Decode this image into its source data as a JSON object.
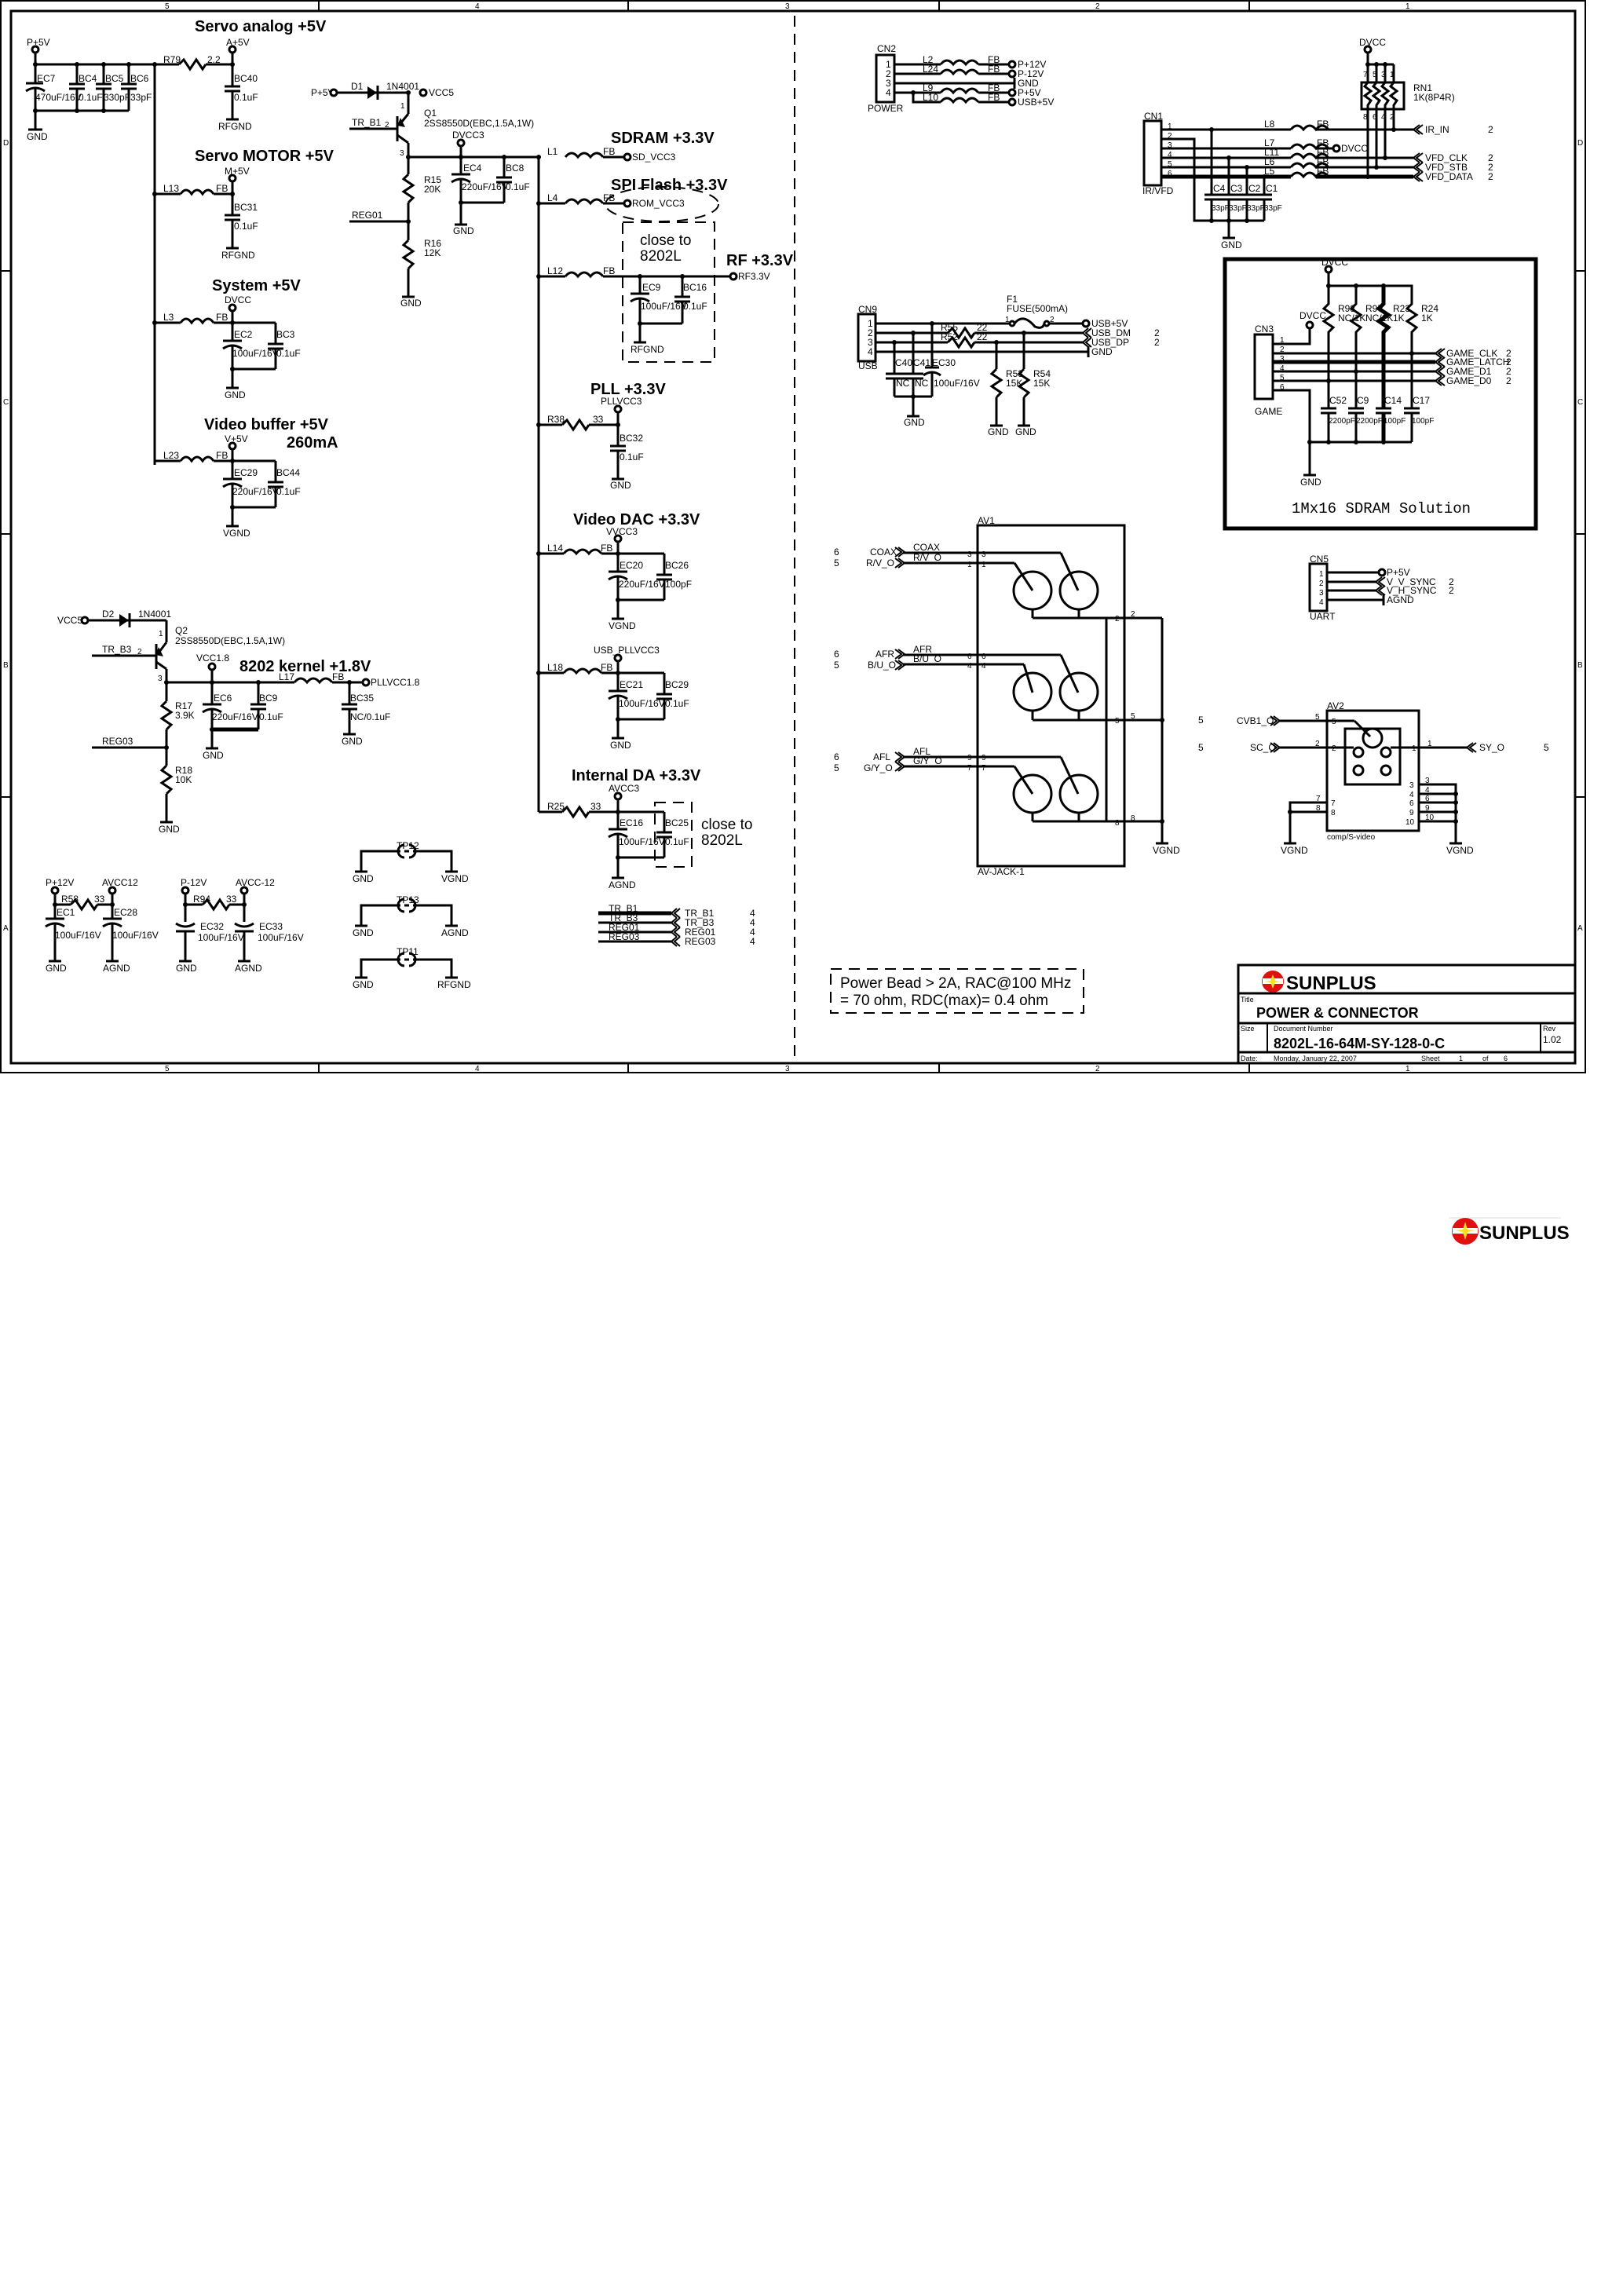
{
  "sheet": {
    "zones_top": [
      "5",
      "4",
      "3",
      "2",
      "1"
    ],
    "zones_side": [
      "D",
      "C",
      "B",
      "A"
    ]
  },
  "sections": {
    "servo_analog": {
      "title": "Servo analog +5V",
      "in_net": "P+5V",
      "out_net": "A+5V",
      "resistor": "R79",
      "resistor_val": "2.2",
      "gnd1": "GND",
      "gnd2": "RFGND",
      "caps": [
        {
          "ref": "EC7",
          "val": "470uF/16V"
        },
        {
          "ref": "BC4",
          "val": "0.1uF"
        },
        {
          "ref": "BC5",
          "val": "330pF"
        },
        {
          "ref": "BC6",
          "val": "33pF"
        },
        {
          "ref": "BC40",
          "val": "0.1uF"
        }
      ]
    },
    "servo_motor": {
      "title": "Servo MOTOR +5V",
      "net": "M+5V",
      "inductor": "L13",
      "fb": "FB",
      "cap": "BC31",
      "cap_val": "0.1uF",
      "gnd": "RFGND"
    },
    "system": {
      "title": "System +5V",
      "net": "DVCC",
      "inductor": "L3",
      "fb": "FB",
      "cap1": "EC2",
      "cap1_val": "100uF/16V",
      "cap2": "BC3",
      "cap2_val": "0.1uF",
      "gnd": "GND"
    },
    "video_buffer": {
      "title": "Video buffer +5V",
      "current": "260mA",
      "net": "V+5V",
      "inductor": "L23",
      "fb": "FB",
      "cap1": "EC29",
      "cap1_val": "220uF/16V",
      "cap2": "BC44",
      "cap2_val": "0.1uF",
      "gnd": "VGND"
    },
    "reg1": {
      "in_net": "P+5V",
      "diode": "D1",
      "diode_part": "1N4001",
      "out_net": "VCC5",
      "q": "Q1",
      "q_part": "2SS8550D(EBC,1.5A,1W)",
      "base": "TR_B1",
      "pin1": "1",
      "pin2": "2",
      "pin3": "3",
      "r1": "R15",
      "r1_val": "20K",
      "r2": "R16",
      "r2_val": "12K",
      "reg": "REG01",
      "gnd": "GND",
      "net": "DVCC3",
      "cap1": "EC4",
      "cap1_val": "220uF/16V",
      "cap2": "BC8",
      "cap2_val": "0.1uF",
      "gnd2": "GND"
    },
    "sdram": {
      "title": "SDRAM +3.3V",
      "inductor": "L1",
      "fb": "FB",
      "net": "SD_VCC3"
    },
    "spi": {
      "title": "SPI Flash +3.3V",
      "inductor": "L4",
      "fb": "FB",
      "net": "ROM_VCC3"
    },
    "rf": {
      "title": "RF +3.3V",
      "inductor": "L12",
      "fb": "FB",
      "net": "RF3.3V",
      "note1": "close to",
      "note2": "8202L",
      "cap1": "EC9",
      "cap1_val": "100uF/16V",
      "cap2": "BC16",
      "cap2_val": "0.1uF",
      "gnd": "RFGND"
    },
    "pll": {
      "title": "PLL +3.3V",
      "net": "PLLVCC3",
      "resistor": "R38",
      "resistor_val": "33",
      "cap": "BC32",
      "cap_val": "0.1uF",
      "gnd": "GND"
    },
    "video_dac": {
      "title": "Video DAC +3.3V",
      "net": "VVCC3",
      "inductor": "L14",
      "fb": "FB",
      "cap1": "EC20",
      "cap1_val": "220uF/16V",
      "cap2": "BC26",
      "cap2_val": "100pF",
      "gnd": "VGND"
    },
    "usb_pll": {
      "net": "USB_PLLVCC3",
      "inductor": "L18",
      "fb": "FB",
      "cap1": "EC21",
      "cap1_val": "100uF/16V",
      "cap2": "BC29",
      "cap2_val": "0.1uF",
      "gnd": "GND"
    },
    "internal_da": {
      "title": "Internal DA +3.3V",
      "net": "AVCC3",
      "resistor": "R25",
      "resistor_val": "33",
      "cap1": "EC16",
      "cap1_val": "100uF/16V",
      "cap2": "BC25",
      "cap2_val": "0.1uF",
      "gnd": "AGND",
      "note1": "close to",
      "note2": "8202L"
    },
    "reg2": {
      "in_net": "VCC5",
      "diode": "D2",
      "diode_part": "1N4001",
      "q": "Q2",
      "q_part": "2SS8550D(EBC,1.5A,1W)",
      "base": "TR_B3",
      "pin1": "1",
      "pin2": "2",
      "pin3": "3",
      "title": "8202 kernel +1.8V",
      "net": "VCC1.8",
      "cap1": "EC6",
      "cap1_val": "220uF/16V",
      "cap2": "BC9",
      "cap2_val": "0.1uF",
      "gnd1": "GND",
      "inductor": "L17",
      "fb": "FB",
      "out_net": "PLLVCC1.8",
      "cap3": "BC35",
      "cap3_val": "NC/0.1uF",
      "gnd2": "GND",
      "r1": "R17",
      "r1_val": "3.9K",
      "reg": "REG03",
      "r2": "R18",
      "r2_val": "10K",
      "gnd3": "GND"
    },
    "avcc12": {
      "in_net": "P+12V",
      "out_net": "AVCC12",
      "resistor": "R58",
      "resistor_val": "33",
      "cap1": "EC1",
      "cap1_val": "100uF/16V",
      "cap2": "EC28",
      "cap2_val": "100uF/16V",
      "gnd1": "GND",
      "gnd2": "AGND"
    },
    "avcc_neg12": {
      "in_net": "P-12V",
      "out_net": "AVCC-12",
      "resistor": "R94",
      "resistor_val": "33",
      "cap1": "EC32",
      "cap1_val": "100uF/16V",
      "cap2": "EC33",
      "cap2_val": "100uF/16V",
      "gnd1": "GND",
      "gnd2": "AGND"
    },
    "testpoints": [
      {
        "ref": "TP12",
        "left": "GND",
        "right": "VGND"
      },
      {
        "ref": "TP13",
        "left": "GND",
        "right": "AGND"
      },
      {
        "ref": "TP11",
        "left": "GND",
        "right": "RFGND"
      }
    ],
    "offpage": [
      {
        "wire": "TR_B1",
        "port": "TR_B1",
        "sheet": "4"
      },
      {
        "wire": "TR_B3",
        "port": "TR_B3",
        "sheet": "4"
      },
      {
        "wire": "REG01",
        "port": "REG01",
        "sheet": "4"
      },
      {
        "wire": "REG03",
        "port": "REG03",
        "sheet": "4"
      }
    ]
  },
  "connectors": {
    "cn2": {
      "ref": "CN2",
      "name": "POWER",
      "pins": [
        "1",
        "2",
        "3",
        "4"
      ],
      "lines": [
        {
          "l": "L2",
          "fb": "FB",
          "net": "P+12V"
        },
        {
          "l": "L24",
          "fb": "FB",
          "net": "P-12V"
        },
        {
          "l": "",
          "fb": "",
          "net": "GND"
        },
        {
          "l": "L9",
          "fb": "FB",
          "net": "P+5V"
        },
        {
          "l": "L10",
          "fb": "FB",
          "net": "USB+5V"
        }
      ]
    },
    "cn1": {
      "ref": "CN1",
      "name": "IR/VFD",
      "pins": [
        "1",
        "2",
        "3",
        "4",
        "5",
        "6"
      ],
      "top_net": "DVCC",
      "rn": "RN1",
      "rn_val": "1K(8P4R)",
      "rn_top_pins": [
        "7",
        "5",
        "3",
        "1"
      ],
      "rn_bot_pins": [
        "8",
        "6",
        "4",
        "2"
      ],
      "lines": [
        {
          "l": "L8",
          "fb": "FB",
          "net": "IR_IN",
          "sheet": "2"
        },
        {
          "l": "L7",
          "fb": "FB",
          "net": "DVCC",
          "sheet": ""
        },
        {
          "l": "L11",
          "fb": "FB",
          "net": "VFD_CLK",
          "sheet": "2"
        },
        {
          "l": "L6",
          "fb": "FB",
          "net": "VFD_STB",
          "sheet": "2"
        },
        {
          "l": "L5",
          "fb": "FB",
          "net": "VFD_DATA",
          "sheet": "2"
        }
      ],
      "caps": [
        {
          "ref": "C4",
          "val": "33pF"
        },
        {
          "ref": "C3",
          "val": "33pF"
        },
        {
          "ref": "C2",
          "val": "33pF"
        },
        {
          "ref": "C1",
          "val": "33pF"
        }
      ],
      "gnd": "GND"
    },
    "cn9": {
      "ref": "CN9",
      "name": "USB",
      "pins": [
        "1",
        "2",
        "3",
        "4"
      ],
      "fuse": "F1",
      "fuse_val": "FUSE(500mA)",
      "fuse_p1": "1",
      "fuse_p2": "2",
      "r1": "R55",
      "r1_val": "22",
      "r2": "R52",
      "r2_val": "22",
      "r3": "R53",
      "r3_val": "15K",
      "r4": "R54",
      "r4_val": "15K",
      "caps": [
        {
          "ref": "C40",
          "val": "NC"
        },
        {
          "ref": "C41",
          "val": "NC"
        },
        {
          "ref": "EC30",
          "val": "100uF/16V"
        }
      ],
      "nets": [
        {
          "net": "USB+5V",
          "sheet": ""
        },
        {
          "net": "USB_DM",
          "sheet": "2"
        },
        {
          "net": "USB_DP",
          "sheet": "2"
        },
        {
          "net": "GND",
          "sheet": ""
        }
      ],
      "gnd": "GND"
    },
    "cn3": {
      "ref": "CN3",
      "name": "GAME",
      "title": "1Mx16 SDRAM Solution",
      "top_net": "DVCC",
      "pin1_net": "DVCC",
      "pins": [
        "1",
        "2",
        "3",
        "4",
        "5",
        "6"
      ],
      "resistors": [
        {
          "ref": "R98",
          "val": "NC/1K"
        },
        {
          "ref": "R97",
          "val": "NC/1K"
        },
        {
          "ref": "R23",
          "val": "1K"
        },
        {
          "ref": "R24",
          "val": "1K"
        }
      ],
      "caps": [
        {
          "ref": "C52",
          "val": "2200pF"
        },
        {
          "ref": "C9",
          "val": "2200pF"
        },
        {
          "ref": "C14",
          "val": "100pF"
        },
        {
          "ref": "C17",
          "val": "100pF"
        }
      ],
      "nets": [
        {
          "net": "GAME_CLK",
          "sheet": "2"
        },
        {
          "net": "GAME_LATCH",
          "sheet": "2"
        },
        {
          "net": "GAME_D1",
          "sheet": "2"
        },
        {
          "net": "GAME_D0",
          "sheet": "2"
        }
      ],
      "gnd": "GND"
    },
    "cn5": {
      "ref": "CN5",
      "name": "UART",
      "pins": [
        "1",
        "2",
        "3",
        "4"
      ],
      "nets": [
        {
          "net": "P+5V",
          "sheet": ""
        },
        {
          "net": "V_V_SYNC",
          "sheet": "2"
        },
        {
          "net": "V_H_SYNC",
          "sheet": "2"
        },
        {
          "net": "AGND",
          "sheet": ""
        }
      ]
    },
    "av1": {
      "ref": "AV1",
      "name": "AV-JACK-1",
      "gnd": "VGND",
      "inputs": [
        {
          "port": "COAX",
          "wire": "COAX",
          "pin": "3",
          "sheet": "6"
        },
        {
          "port": "R/V_O",
          "wire": "R/V_O",
          "pin": "1",
          "sheet": "5"
        },
        {
          "port": "AFR",
          "wire": "AFR",
          "pin": "6",
          "sheet": "6"
        },
        {
          "port": "B/U_O",
          "wire": "B/U_O",
          "pin": "4",
          "sheet": "5"
        },
        {
          "port": "AFL",
          "wire": "AFL",
          "pin": "9",
          "sheet": "6"
        },
        {
          "port": "G/Y_O",
          "wire": "G/Y_O",
          "pin": "7",
          "sheet": "5"
        }
      ],
      "gnd_pins": [
        "2",
        "5",
        "8"
      ],
      "right_sheet": [
        "5",
        "5"
      ]
    },
    "av2": {
      "ref": "AV2",
      "name": "comp/S-video",
      "gnd1": "VGND",
      "gnd2": "VGND",
      "inputs": [
        {
          "port": "CVB1_O",
          "pin": "5"
        },
        {
          "port": "SC_O",
          "pin": "2"
        }
      ],
      "output": {
        "port": "SY_O",
        "pin": "1",
        "sheet": "5"
      },
      "left_gnd_pins": [
        "7",
        "8"
      ],
      "right_gnd_pins": [
        "3",
        "4",
        "6",
        "9",
        "10"
      ]
    }
  },
  "notes": {
    "power_bead_1": "Power Bead > 2A, RAC@100 MHz",
    "power_bead_2": "= 70 ohm, RDC(max)= 0.4 ohm"
  },
  "title_block": {
    "company": "SUNPLUS",
    "title_label": "Title",
    "title": "POWER & CONNECTOR",
    "size_label": "Size",
    "docnum_label": "Document Number",
    "docnum": "8202L-16-64M-SY-128-0-C",
    "rev_label": "Rev",
    "rev": "1.02",
    "date_label": "Date:",
    "date": "Monday, January 22, 2007",
    "sheet_label": "Sheet",
    "sheet": "1",
    "of_label": "of",
    "sheets": "6"
  },
  "footer_logo": "SUNPLUS",
  "colors": {
    "logo_red": "#e01010",
    "logo_yellow": "#ffe020",
    "ink": "#000000"
  }
}
